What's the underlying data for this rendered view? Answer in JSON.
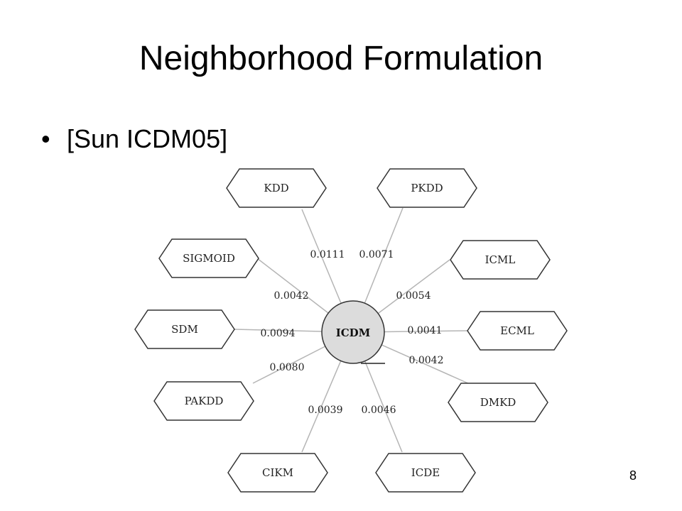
{
  "slide": {
    "title": "Neighborhood Formulation",
    "bullets": [
      "[Sun ICDM05]"
    ],
    "page_number": "8"
  },
  "diagram": {
    "center": "ICDM",
    "center_fill": "#dcdcdc",
    "edge_color": "#b5b5b5",
    "stroke_color": "#333333",
    "neighbors": [
      {
        "name": "KDD",
        "weight": "0.0111"
      },
      {
        "name": "PKDD",
        "weight": "0.0071"
      },
      {
        "name": "SIGMOID",
        "weight": "0.0042"
      },
      {
        "name": "ICML",
        "weight": "0.0054"
      },
      {
        "name": "SDM",
        "weight": "0.0094"
      },
      {
        "name": "ECML",
        "weight": "0.0041"
      },
      {
        "name": "PAKDD",
        "weight": "0.0080"
      },
      {
        "name": "DMKD",
        "weight": "0.0042"
      },
      {
        "name": "CIKM",
        "weight": "0.0039"
      },
      {
        "name": "ICDE",
        "weight": "0.0046"
      }
    ]
  }
}
